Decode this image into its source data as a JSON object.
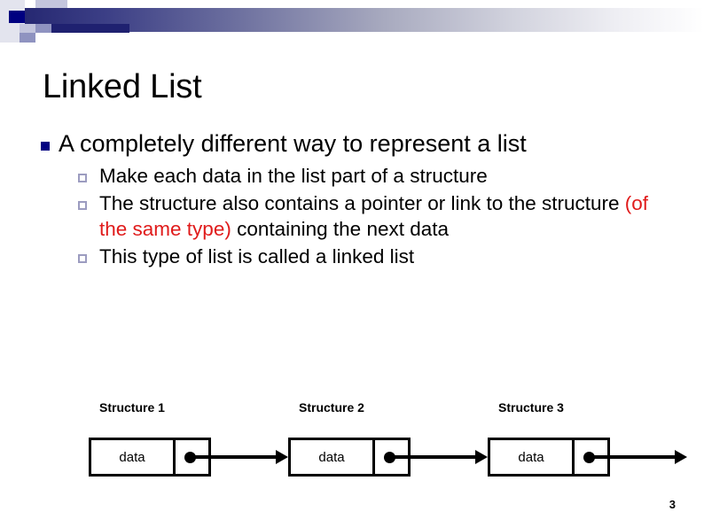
{
  "slide": {
    "title": "Linked List",
    "page_number": "3",
    "accent_navy": "#000080",
    "accent_red": "#e01b1b",
    "banner_gradient_from": "#262872",
    "banner_gradient_to": "#ffffff"
  },
  "bullets": {
    "level1": {
      "text": "A completely different way to represent a list"
    },
    "level2": [
      {
        "id": "make-each-data",
        "pre": "Make each data in the list part of a structure",
        "highlight": "",
        "post": ""
      },
      {
        "id": "structure-contains-pointer",
        "pre": "The structure also contains a pointer or link to the structure ",
        "highlight": "(of the same type)",
        "post": " containing the next data"
      },
      {
        "id": "called-linked-list",
        "pre": "This type of list is called a linked list",
        "highlight": "",
        "post": ""
      }
    ]
  },
  "diagram": {
    "nodes": [
      {
        "label": "Structure 1",
        "data_label": "data"
      },
      {
        "label": "Structure 2",
        "data_label": "data"
      },
      {
        "label": "Structure 3",
        "data_label": "data"
      }
    ]
  }
}
